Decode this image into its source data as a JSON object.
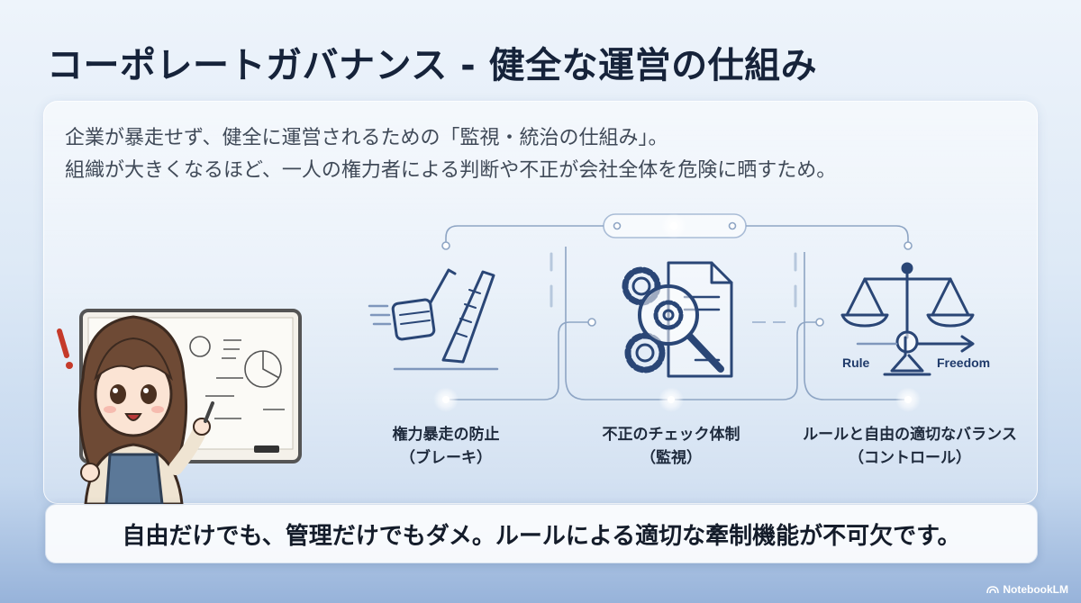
{
  "title": "コーポレートガバナンス - 健全な運営の仕組み",
  "intro": {
    "line1": "企業が暴走せず、健全に運営されるための「監視・統治の仕組み」。",
    "line2": "組織が大きくなるほど、一人の権力者による判断や不正が会社全体を危険に晒すため。"
  },
  "items": [
    {
      "icon": "brake-pedal-icon",
      "line1": "権力暴走の防止",
      "line2": "（ブレーキ）"
    },
    {
      "icon": "gear-magnifier-document-icon",
      "line1": "不正のチェック体制",
      "line2": "（監視）"
    },
    {
      "icon": "balance-scale-icon",
      "line1": "ルールと自由の適切なバランス",
      "line2": "（コントロール）"
    }
  ],
  "scale_labels": {
    "left": "Rule",
    "right": "Freedom"
  },
  "bottom_message": "自由だけでも、管理だけでもダメ。ルールによる適切な牽制機能が不可欠です。",
  "brand": "NotebookLM",
  "colors": {
    "icon": "#2a4676",
    "line": "#8ea5c4",
    "title": "#16233a"
  }
}
